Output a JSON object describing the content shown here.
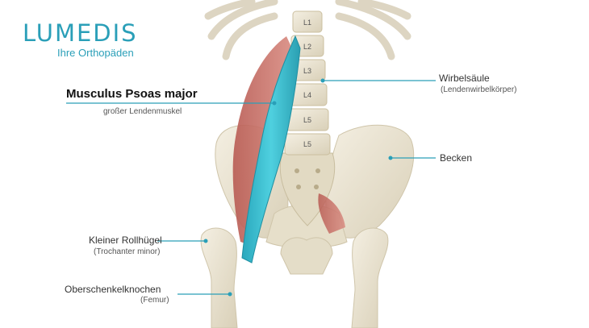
{
  "brand": {
    "name": "LUMEDIS",
    "tagline": "Ihre Orthopäden"
  },
  "muscle": {
    "title": "Musculus Psoas major",
    "subtitle": "großer Lendenmuskel"
  },
  "labels": {
    "spine": {
      "main": "Wirbelsäule",
      "sub": "(Lendenwirbelkörper)"
    },
    "pelvis": {
      "main": "Becken"
    },
    "trochanter": {
      "main": "Kleiner Rollhügel",
      "sub": "(Trochanter minor)"
    },
    "femur": {
      "main": "Oberschenkelknochen",
      "sub": "(Femur)"
    }
  },
  "vertebrae": [
    "L1",
    "L2",
    "L3",
    "L4",
    "L5",
    "L5"
  ],
  "colors": {
    "accent": "#2a9fb8",
    "muscle_blue": "#3bbfd0",
    "muscle_red": "#c56a62",
    "bone": "#e9e2cf"
  }
}
